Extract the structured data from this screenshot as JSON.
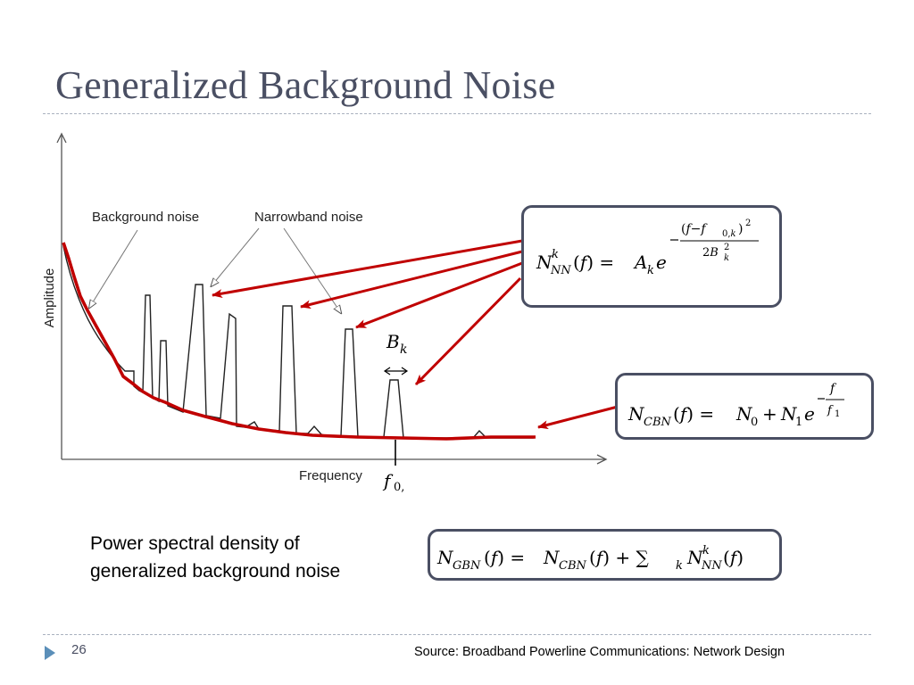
{
  "slide": {
    "title": "Generalized Background Noise",
    "page_number": "26",
    "source": "Source: Broadband Powerline Communications: Network Design"
  },
  "figure": {
    "axis_y_label": "Amplitude",
    "axis_x_label": "Frequency",
    "label_background_noise": "Background noise",
    "label_narrowband_noise": "Narrowband noise",
    "label_bandwidth_symbol": "B",
    "label_bandwidth_sub": "k",
    "label_center_freq_symbol": "f",
    "label_center_freq_sub": "0,"
  },
  "caption": {
    "line1": "Power spectral density of",
    "line2": "generalized background noise"
  },
  "equations": {
    "narrowband": "N_NN^k(f) = A_k e^(-(f - f_{0,k})^2 / (2 B_k^2))",
    "colored": "N_CBN(f) = N_0 + N_1 e^(-f / f_1)",
    "generalized": "N_GBN(f) = N_CBN(f) + Σ_k N_NN^k(f)"
  },
  "colors": {
    "title": "#4a4f63",
    "red_curve": "#c00000",
    "box_border": "#4a4f63",
    "bullet": "#5b8fb9"
  }
}
